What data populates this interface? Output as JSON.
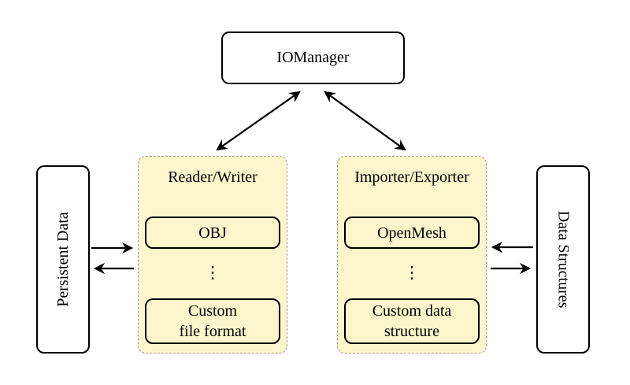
{
  "colors": {
    "panel_fill": "#FBF6CB",
    "panel_border": "#9b9b8f",
    "ink": "#000000",
    "bg": "#ffffff"
  },
  "io_manager": {
    "label": "IOManager"
  },
  "reader_writer_panel": {
    "title": "Reader/Writer",
    "top_item": "OBJ",
    "ellipsis": "⋮",
    "bottom_item_line1": "Custom",
    "bottom_item_line2": "file format"
  },
  "importer_exporter_panel": {
    "title": "Importer/Exporter",
    "top_item": "OpenMesh",
    "ellipsis": "⋮",
    "bottom_item_line1": "Custom data",
    "bottom_item_line2": "structure"
  },
  "persistent_data": {
    "label": "Persistent Data"
  },
  "data_structures": {
    "label": "Data Structures"
  }
}
